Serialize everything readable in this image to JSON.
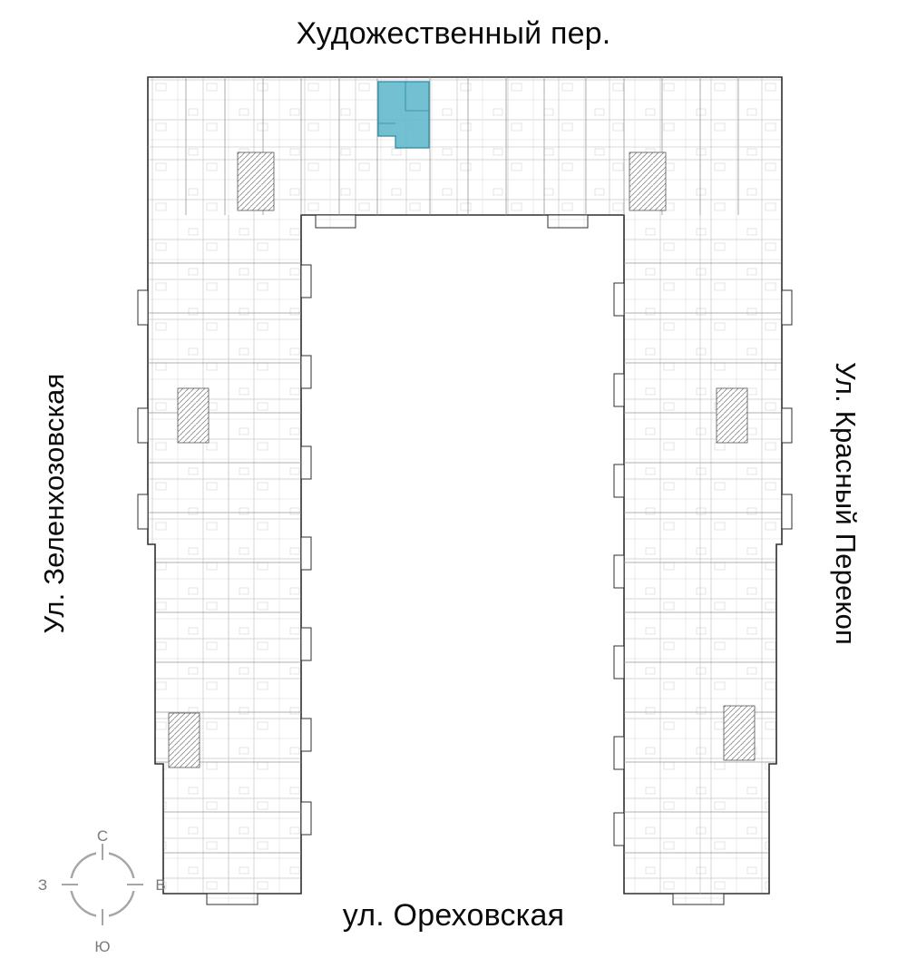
{
  "streets": {
    "top": "Художественный пер.",
    "bottom": "ул. Ореховская",
    "left": "Ул. Зеленхозовская",
    "right": "Ул. Красный Перекоп"
  },
  "compass": {
    "north": "С",
    "south": "Ю",
    "west": "З",
    "east": "В"
  },
  "highlight": {
    "color": "#63b9cc",
    "stroke": "#2d8ba0"
  }
}
